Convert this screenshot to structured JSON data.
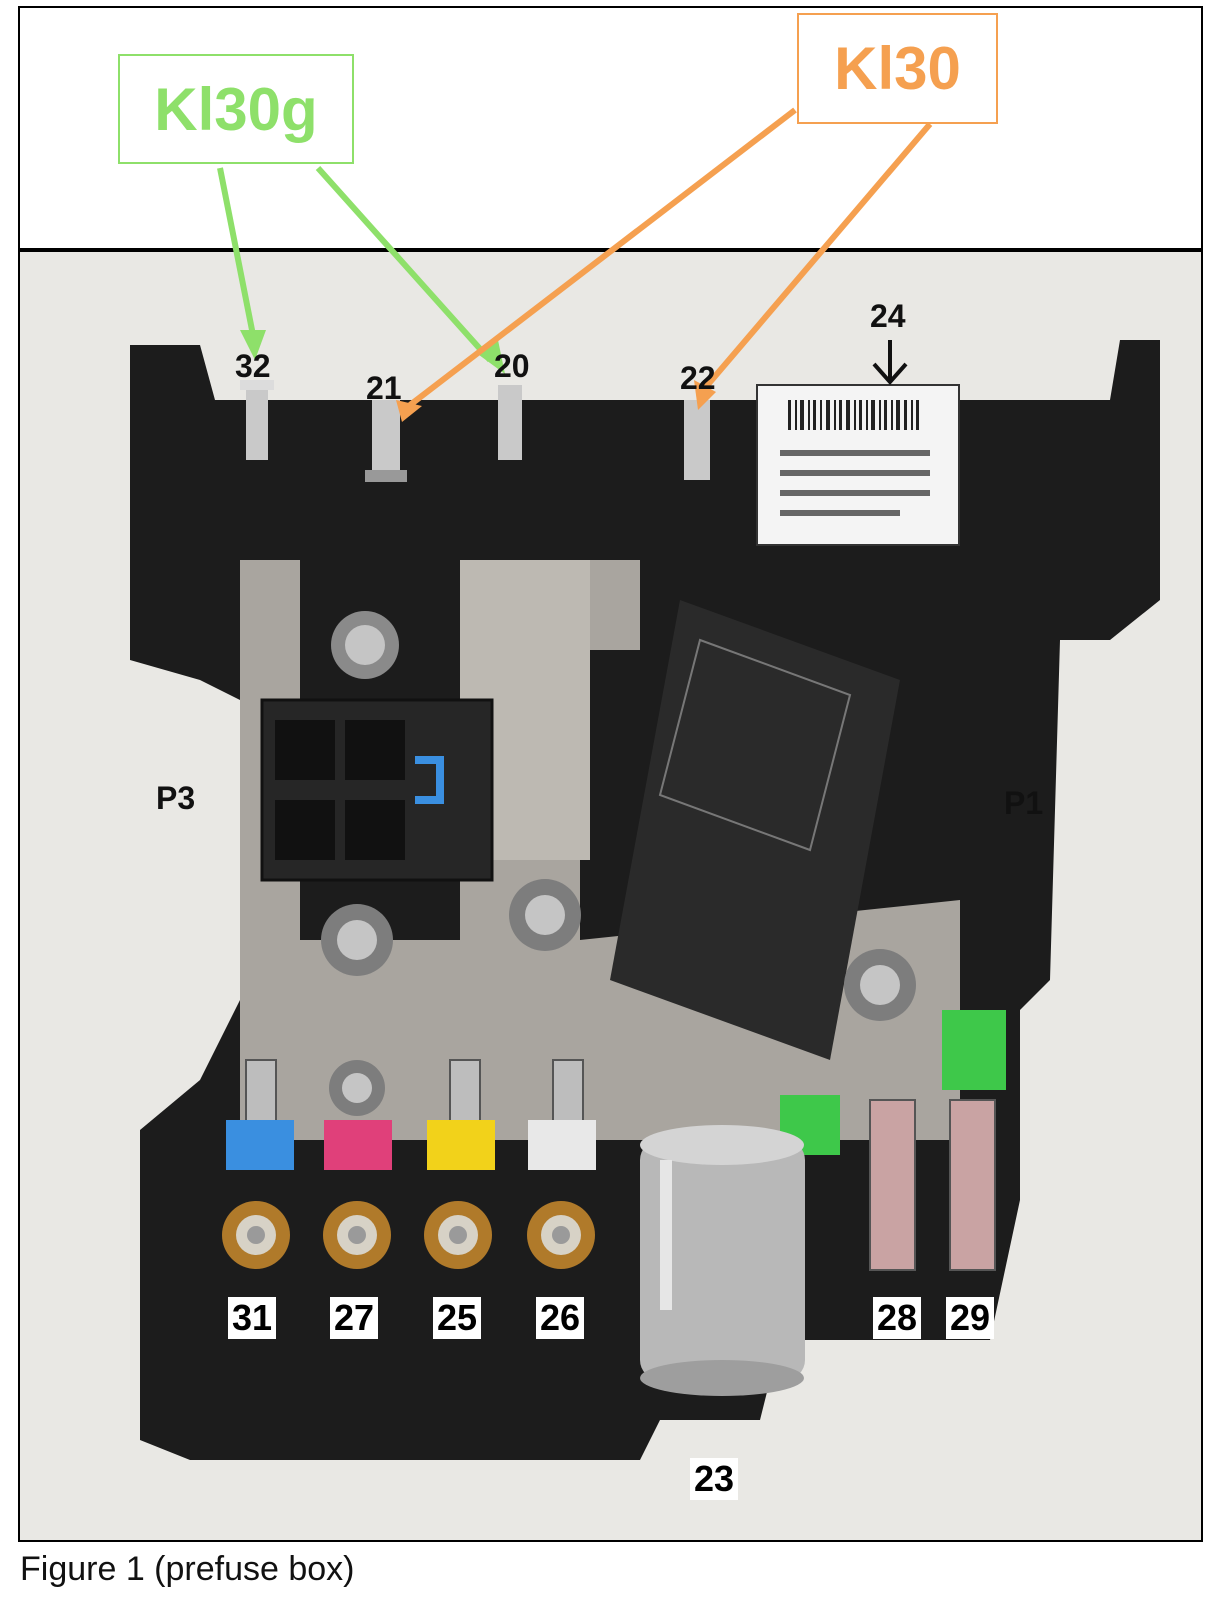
{
  "callouts": {
    "kl30g": "Kl30g",
    "kl30": "Kl30"
  },
  "stud_labels": {
    "s32": "32",
    "s21": "21",
    "s20": "20",
    "s22": "22",
    "s24": "24"
  },
  "side_labels": {
    "p3": "P3",
    "p1": "P1"
  },
  "fuse_labels": {
    "f31": "31",
    "f27": "27",
    "f25": "25",
    "f26": "26",
    "f28": "28",
    "f29": "29",
    "f23": "23"
  },
  "caption": "Figure 1 (prefuse box)",
  "colors": {
    "kl30g": "#8ee06a",
    "kl30": "#f5a050",
    "fuse_blue": "#3a8fe0",
    "fuse_pink": "#e0407a",
    "fuse_yellow": "#f2d21a",
    "fuse_white": "#e8e8e8",
    "fuse_green": "#3ec84a"
  }
}
